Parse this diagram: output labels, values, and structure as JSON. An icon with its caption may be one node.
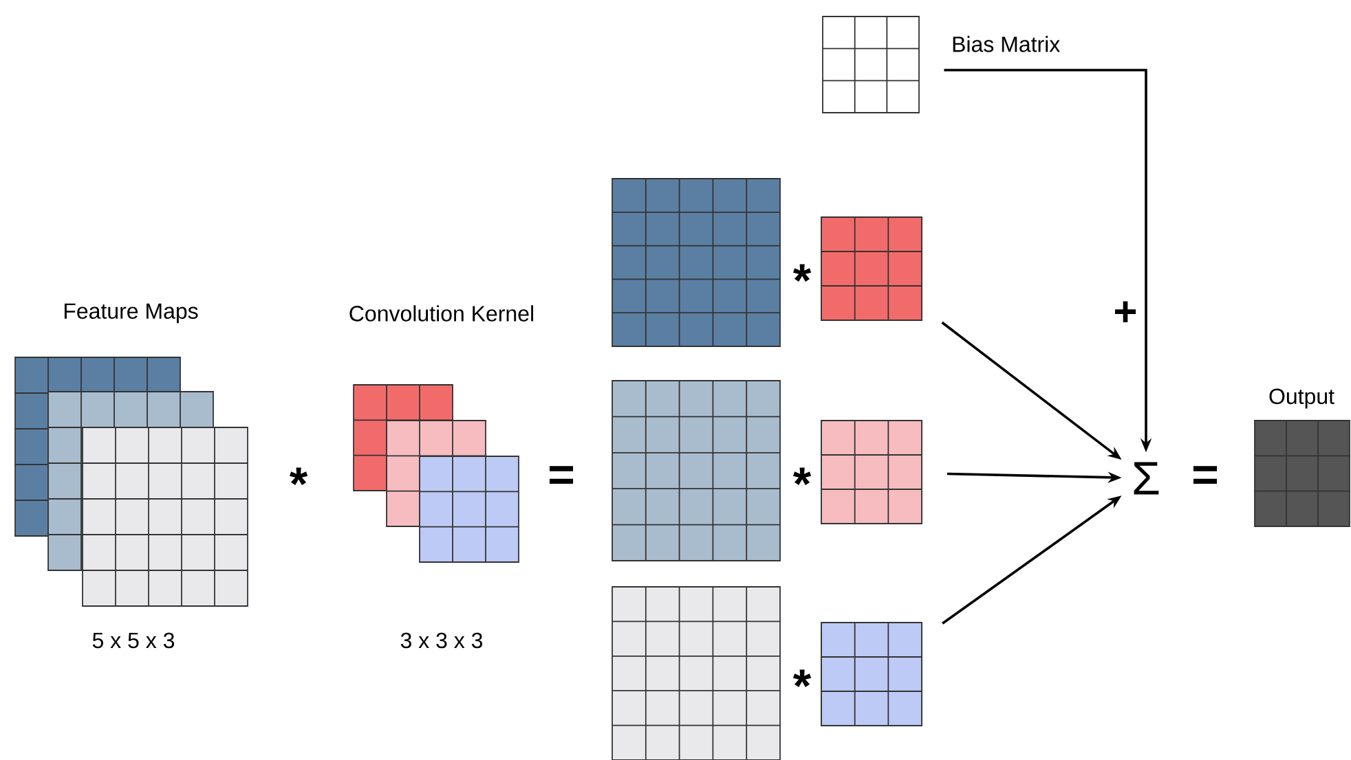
{
  "diagram": {
    "nodes": [
      {
        "text": [
          "Feature Maps"
        ],
        "beside": [
          "5 x 5 x 3"
        ]
      },
      {
        "text": [
          "Convolution Kernel"
        ],
        "beside": [
          "3 x 3 x 3"
        ]
      },
      {
        "text": [
          "Bias Matrix"
        ]
      },
      {
        "text": [],
        "shape": "box"
      },
      {
        "text": [],
        "shape": "box"
      },
      {
        "text": [],
        "shape": "box"
      },
      {
        "text": [
          "Σ"
        ]
      },
      {
        "text": [
          "Output"
        ]
      }
    ],
    "edges": [
      {
        "from": 2,
        "to": 6,
        "arrow": "to",
        "label": "+"
      },
      {
        "from": 3,
        "to": 6,
        "arrow": "to"
      },
      {
        "from": 4,
        "to": 6,
        "arrow": "to"
      },
      {
        "from": 5,
        "to": 6,
        "arrow": "to"
      }
    ],
    "labels": [
      "*",
      "=",
      "*",
      "*",
      "*",
      "="
    ]
  }
}
